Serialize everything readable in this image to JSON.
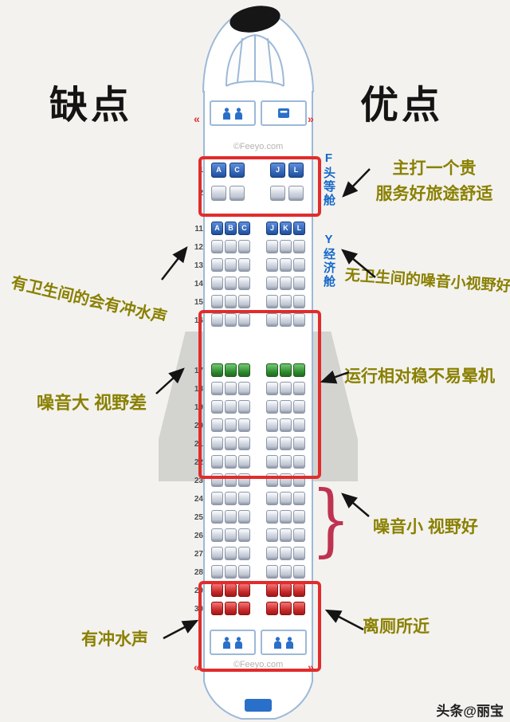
{
  "titles": {
    "left": "缺点",
    "right": "优点"
  },
  "cabin_labels": {
    "first_class": "F头等舱",
    "economy": "Y经济舱"
  },
  "annotations": {
    "first_class_pro_line1": "主打一个贵",
    "first_class_pro_line2": "服务好旅途舒适",
    "front_lavatory_con": "有卫生间的会有冲水声",
    "front_no_lavatory_pro": "无卫生间的噪音小视野好",
    "wing_con": "噪音大 视野差",
    "wing_pro": "运行相对稳不易晕机",
    "rear_pro": "噪音小 视野好",
    "rear_lavatory_pro": "离厕所近",
    "rear_lavatory_con": "有冲水声"
  },
  "watermarks": {
    "map_top": "©Feeyo.com",
    "map_bottom": "©Feeyo.com",
    "page_credit": "头条@丽宝"
  },
  "glyphs": {
    "brace": "}",
    "door_left": "«",
    "door_right": "»"
  },
  "colors": {
    "highlight_box": "#e12c2c",
    "annotation_text": "#8a8000",
    "cabin_label_blue": "#1669c9",
    "seat_letter_blue": "#1d4f9e",
    "seat_exit_green": "#2e8b2e",
    "seat_rear_red": "#c62828",
    "fuselage_outline": "#9db9d8",
    "wing_gray": "#d3d3d0"
  },
  "seat_map": {
    "first_class_rows": [
      {
        "num": "1",
        "left": [
          "A",
          "C"
        ],
        "right": [
          "J",
          "L"
        ],
        "style": "letter"
      },
      {
        "num": "2",
        "left": [
          "",
          ""
        ],
        "right": [
          "",
          ""
        ],
        "style": "plain"
      }
    ],
    "economy_rows": [
      {
        "num": "11",
        "left": [
          "A",
          "B",
          "C"
        ],
        "right": [
          "J",
          "K",
          "L"
        ],
        "style": "letter"
      },
      {
        "num": "12",
        "left": [
          "",
          "",
          ""
        ],
        "right": [
          "",
          "",
          ""
        ],
        "style": "plain"
      },
      {
        "num": "13",
        "left": [
          "",
          "",
          ""
        ],
        "right": [
          "",
          "",
          ""
        ],
        "style": "plain"
      },
      {
        "num": "14",
        "left": [
          "",
          "",
          ""
        ],
        "right": [
          "",
          "",
          ""
        ],
        "style": "plain"
      },
      {
        "num": "15",
        "left": [
          "",
          "",
          ""
        ],
        "right": [
          "",
          "",
          ""
        ],
        "style": "plain"
      },
      {
        "num": "16",
        "left": [
          "",
          "",
          ""
        ],
        "right": [
          "",
          "",
          ""
        ],
        "style": "plain",
        "exit_gap_after": true
      },
      {
        "num": "17",
        "left": [
          "",
          "",
          ""
        ],
        "right": [
          "",
          "",
          ""
        ],
        "style": "green"
      },
      {
        "num": "18",
        "left": [
          "",
          "",
          ""
        ],
        "right": [
          "",
          "",
          ""
        ],
        "style": "plain"
      },
      {
        "num": "19",
        "left": [
          "",
          "",
          ""
        ],
        "right": [
          "",
          "",
          ""
        ],
        "style": "plain"
      },
      {
        "num": "20",
        "left": [
          "",
          "",
          ""
        ],
        "right": [
          "",
          "",
          ""
        ],
        "style": "plain"
      },
      {
        "num": "21",
        "left": [
          "",
          "",
          ""
        ],
        "right": [
          "",
          "",
          ""
        ],
        "style": "plain"
      },
      {
        "num": "22",
        "left": [
          "",
          "",
          ""
        ],
        "right": [
          "",
          "",
          ""
        ],
        "style": "plain"
      },
      {
        "num": "23",
        "left": [
          "",
          "",
          ""
        ],
        "right": [
          "",
          "",
          ""
        ],
        "style": "plain"
      },
      {
        "num": "24",
        "left": [
          "",
          "",
          ""
        ],
        "right": [
          "",
          "",
          ""
        ],
        "style": "plain"
      },
      {
        "num": "25",
        "left": [
          "",
          "",
          ""
        ],
        "right": [
          "",
          "",
          ""
        ],
        "style": "plain"
      },
      {
        "num": "26",
        "left": [
          "",
          "",
          ""
        ],
        "right": [
          "",
          "",
          ""
        ],
        "style": "plain"
      },
      {
        "num": "27",
        "left": [
          "",
          "",
          ""
        ],
        "right": [
          "",
          "",
          ""
        ],
        "style": "plain"
      },
      {
        "num": "28",
        "left": [
          "",
          "",
          ""
        ],
        "right": [
          "",
          "",
          ""
        ],
        "style": "plain"
      },
      {
        "num": "29",
        "left": [
          "",
          "",
          ""
        ],
        "right": [
          "",
          "",
          ""
        ],
        "style": "red"
      },
      {
        "num": "30",
        "left": [
          "",
          "",
          ""
        ],
        "right": [
          "",
          "",
          ""
        ],
        "style": "red"
      }
    ]
  }
}
